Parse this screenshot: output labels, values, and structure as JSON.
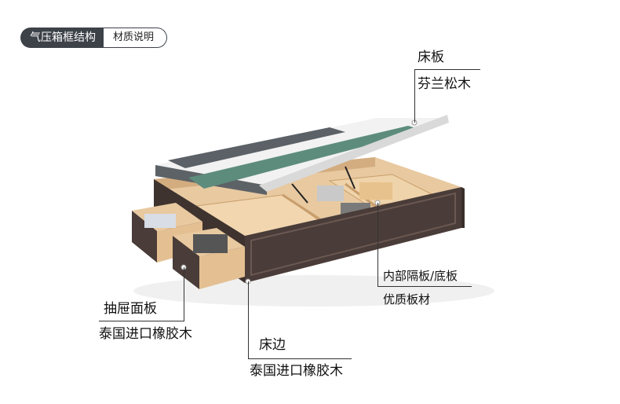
{
  "header": {
    "title": "气压箱框结构",
    "subtitle": "材质说明"
  },
  "callouts": {
    "bed_board": {
      "name": "床板",
      "material": "芬兰松木"
    },
    "partition": {
      "name": "内部隔板/底板",
      "material": "优质板材"
    },
    "drawer_panel": {
      "name": "抽屉面板",
      "material": "泰国进口橡胶木"
    },
    "bed_side": {
      "name": "床边",
      "material": "泰国进口橡胶木"
    }
  },
  "colors": {
    "wood_dark": "#4a3c38",
    "wood_light": "#e8c9a0",
    "mattress": "#e4e4e4",
    "accent_teal": "#5d8c7d",
    "tag_bg": "#3d4249"
  }
}
